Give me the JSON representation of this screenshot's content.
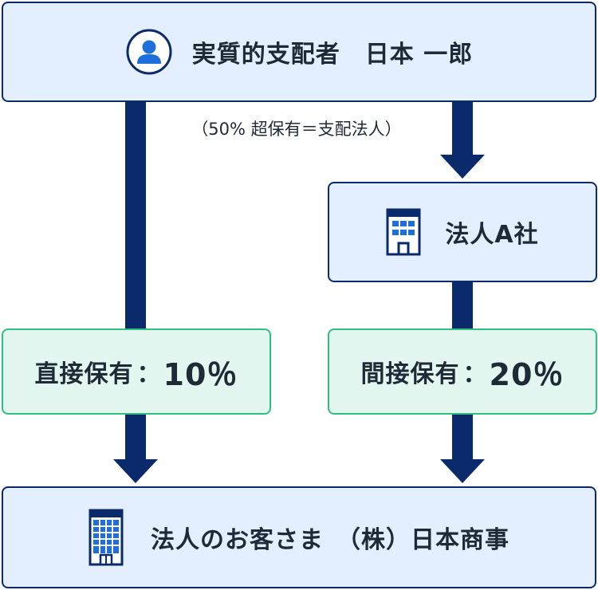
{
  "top_box": {
    "label": "実質的支配者　日本 一郎",
    "icon": "person-icon"
  },
  "note": "（50% 超保有＝支配法人）",
  "corp_a": {
    "label": "法人A社",
    "icon": "building-icon"
  },
  "direct": {
    "label": "直接保有",
    "colon": "：",
    "value": "10％"
  },
  "indirect": {
    "label": "間接保有",
    "colon": "：",
    "value": "20％"
  },
  "bottom_box": {
    "label": "法人のお客さま　（株）日本商事",
    "icon": "office-building-icon"
  },
  "colors": {
    "navy": "#0a2a6b",
    "box_blue": "#e3eefe",
    "green_border": "#2fc07f",
    "green_fill": "#e3f6ef",
    "icon_blue": "#1e6fdc"
  }
}
